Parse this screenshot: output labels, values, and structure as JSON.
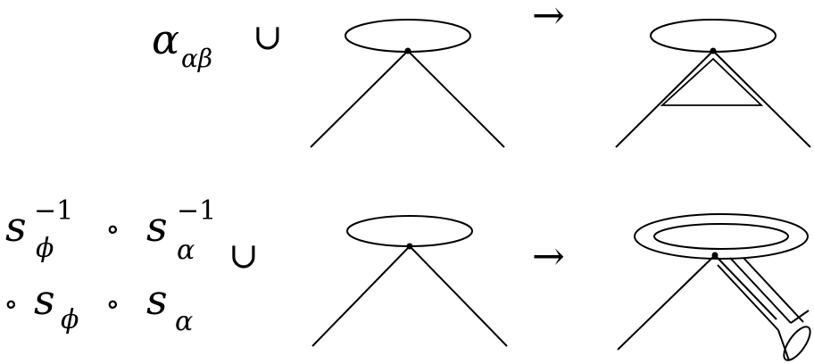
{
  "colors": {
    "ink": "#000000",
    "background": "#ffffff"
  },
  "row1": {
    "label": {
      "alpha": "α",
      "subscript": "αβ",
      "union": "∪"
    },
    "arrow": "→"
  },
  "row2": {
    "label": {
      "line1_s1": "s",
      "line1_s1_sup": "−1",
      "line1_s1_sub": "ϕ",
      "line1_circ": "∘",
      "line1_s2": "s",
      "line1_s2_sup": "−1",
      "line1_s2_sub": "α",
      "union": "∪",
      "line2_circ1": "∘",
      "line2_s1": "s",
      "line2_s1_sub": "ϕ",
      "line2_circ2": "∘",
      "line2_s2": "s",
      "line2_s2_sub": "α"
    },
    "arrow": "→"
  }
}
